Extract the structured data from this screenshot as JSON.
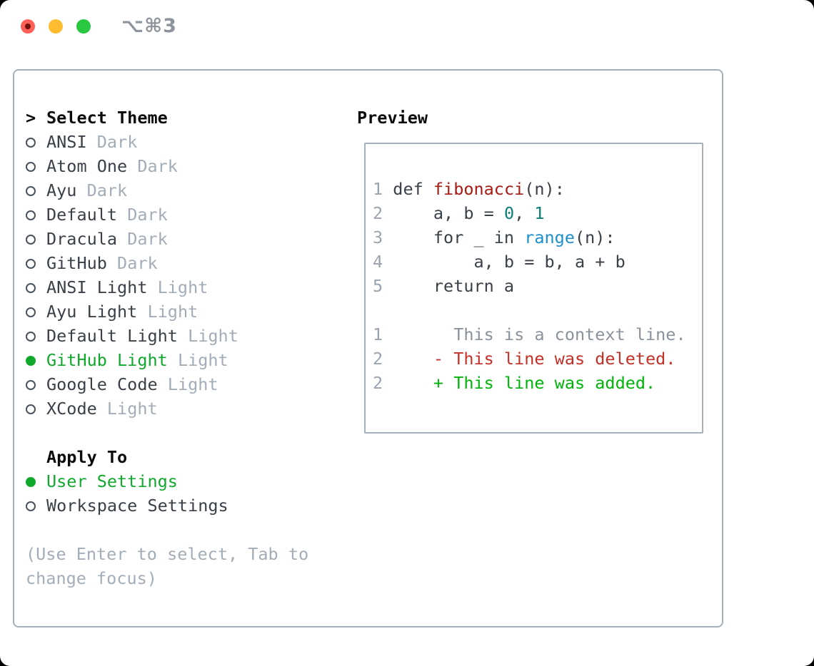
{
  "window": {
    "title": "⌥⌘3"
  },
  "titlebar_icons": [
    {
      "name": "close-button",
      "shape": "red-circle-with-dot"
    },
    {
      "name": "minimize-button",
      "shape": "yellow-circle"
    },
    {
      "name": "zoom-button",
      "shape": "green-circle"
    }
  ],
  "theme_list": {
    "prompt": ">",
    "header": "Select Theme",
    "unselected_icon": "radio-circle-outline",
    "selected_icon": "radio-circle-filled",
    "items": [
      {
        "name": "ANSI",
        "variant": "Dark",
        "selected": false
      },
      {
        "name": "Atom One",
        "variant": "Dark",
        "selected": false
      },
      {
        "name": "Ayu",
        "variant": "Dark",
        "selected": false
      },
      {
        "name": "Default",
        "variant": "Dark",
        "selected": false
      },
      {
        "name": "Dracula",
        "variant": "Dark",
        "selected": false
      },
      {
        "name": "GitHub",
        "variant": "Dark",
        "selected": false
      },
      {
        "name": "ANSI Light",
        "variant": "Light",
        "selected": false
      },
      {
        "name": "Ayu Light",
        "variant": "Light",
        "selected": false
      },
      {
        "name": "Default Light",
        "variant": "Light",
        "selected": false
      },
      {
        "name": "GitHub Light",
        "variant": "Light",
        "selected": true
      },
      {
        "name": "Google Code",
        "variant": "Light",
        "selected": false
      },
      {
        "name": "XCode",
        "variant": "Light",
        "selected": false
      }
    ]
  },
  "apply_to": {
    "header": "Apply To",
    "options": [
      {
        "label": "User Settings",
        "selected": true
      },
      {
        "label": "Workspace Settings",
        "selected": false
      }
    ]
  },
  "help_text": [
    "(Use Enter to select, Tab to",
    "change focus)"
  ],
  "preview": {
    "header": "Preview",
    "code_lines": [
      {
        "gutter": "1",
        "segments": [
          {
            "t": " def ",
            "c": "code"
          },
          {
            "t": "fibonacci",
            "c": "func"
          },
          {
            "t": "(n):",
            "c": "code"
          }
        ]
      },
      {
        "gutter": "2",
        "segments": [
          {
            "t": "     a, b = ",
            "c": "code"
          },
          {
            "t": "0",
            "c": "num"
          },
          {
            "t": ", ",
            "c": "code"
          },
          {
            "t": "1",
            "c": "num"
          }
        ]
      },
      {
        "gutter": "3",
        "segments": [
          {
            "t": "     for _ in ",
            "c": "code"
          },
          {
            "t": "range",
            "c": "builtin"
          },
          {
            "t": "(n):",
            "c": "code"
          }
        ]
      },
      {
        "gutter": "4",
        "segments": [
          {
            "t": "         a, b = b, a + b",
            "c": "code"
          }
        ]
      },
      {
        "gutter": "5",
        "segments": [
          {
            "t": "     return a",
            "c": "code"
          }
        ]
      },
      {
        "gutter": "",
        "segments": []
      },
      {
        "gutter": "1",
        "segments": [
          {
            "t": "       This is a context line.",
            "c": "context"
          }
        ]
      },
      {
        "gutter": "2",
        "segments": [
          {
            "t": "     - This line was deleted.",
            "c": "deleted"
          }
        ]
      },
      {
        "gutter": "2",
        "segments": [
          {
            "t": "     + This line was added.",
            "c": "added"
          }
        ]
      }
    ]
  },
  "colors": {
    "selection_green": "#11a82e",
    "added_green": "#00b40a",
    "deleted_red": "#c43026",
    "function_red": "#a81a14",
    "number_teal": "#0e7d78",
    "builtin_blue": "#1b8fcd",
    "muted_gray": "#a3adb8",
    "code_gray": "#3a4047",
    "line_number_gray": "#9aa4af",
    "context_gray": "#8a929c",
    "panel_border": "#a7b0ba",
    "title_gray": "#8e949b",
    "traffic_red": "#ff5f57",
    "traffic_yellow": "#fdbc2f",
    "traffic_green": "#28c840"
  }
}
